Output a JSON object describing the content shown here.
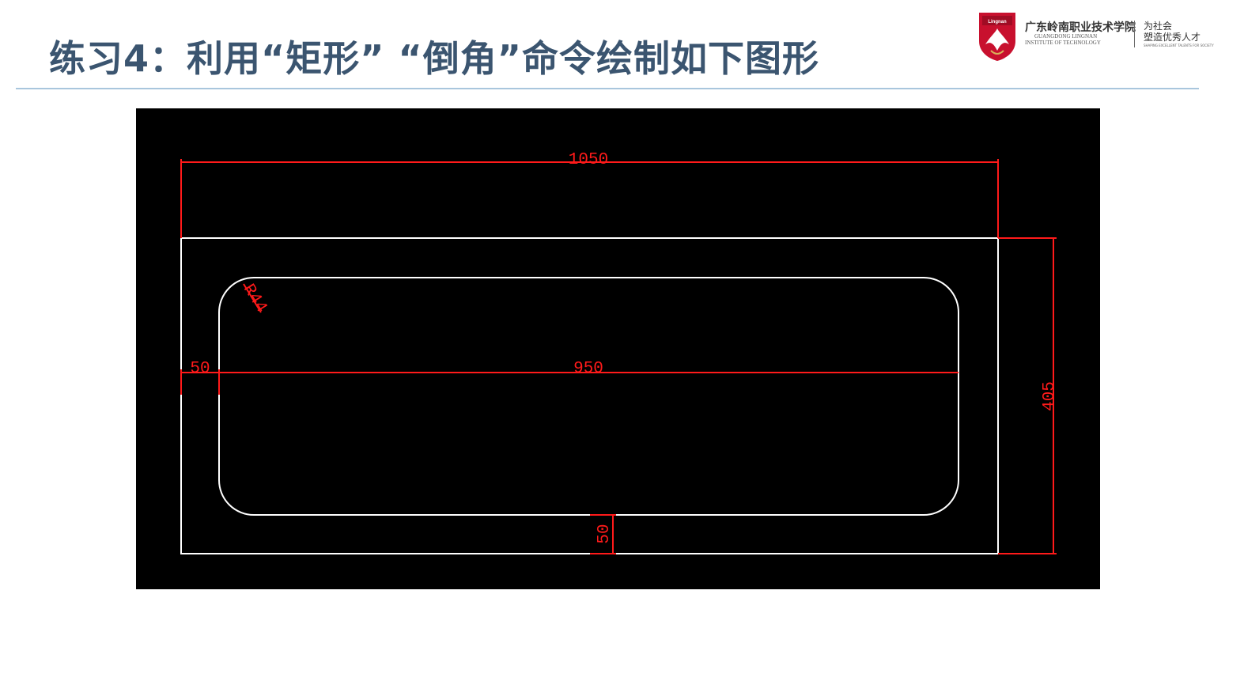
{
  "title": "练习4：利用“矩形” “倒角”命令绘制如下图形",
  "logo": {
    "name_cn": "广东岭南职业技术学院",
    "name_en_1": "GUANGDONG LINGNAN",
    "name_en_2": "INSTITUTE OF TECHNOLOGY",
    "slogan_1": "为社会",
    "slogan_2": "塑造优秀人才",
    "slogan_en": "SHAPING EXCELLENT TALENTS FOR SOCIETY",
    "shield_text": "Lingnan",
    "colors": {
      "shield": "#c8102e",
      "gold": "#d9b25a"
    }
  },
  "drawing": {
    "background": "#000000",
    "line_color": "#ffffff",
    "dimension_color": "#ff1a1a",
    "outer_rect": {
      "width": 1050,
      "height": 405
    },
    "inner_rect": {
      "width": 950,
      "offset": 50,
      "fillet_radius": "R44"
    },
    "dimensions": {
      "overall_width": "1050",
      "overall_height": "405",
      "inner_width": "950",
      "left_offset": "50",
      "bottom_offset": "50",
      "fillet": "R44"
    }
  }
}
